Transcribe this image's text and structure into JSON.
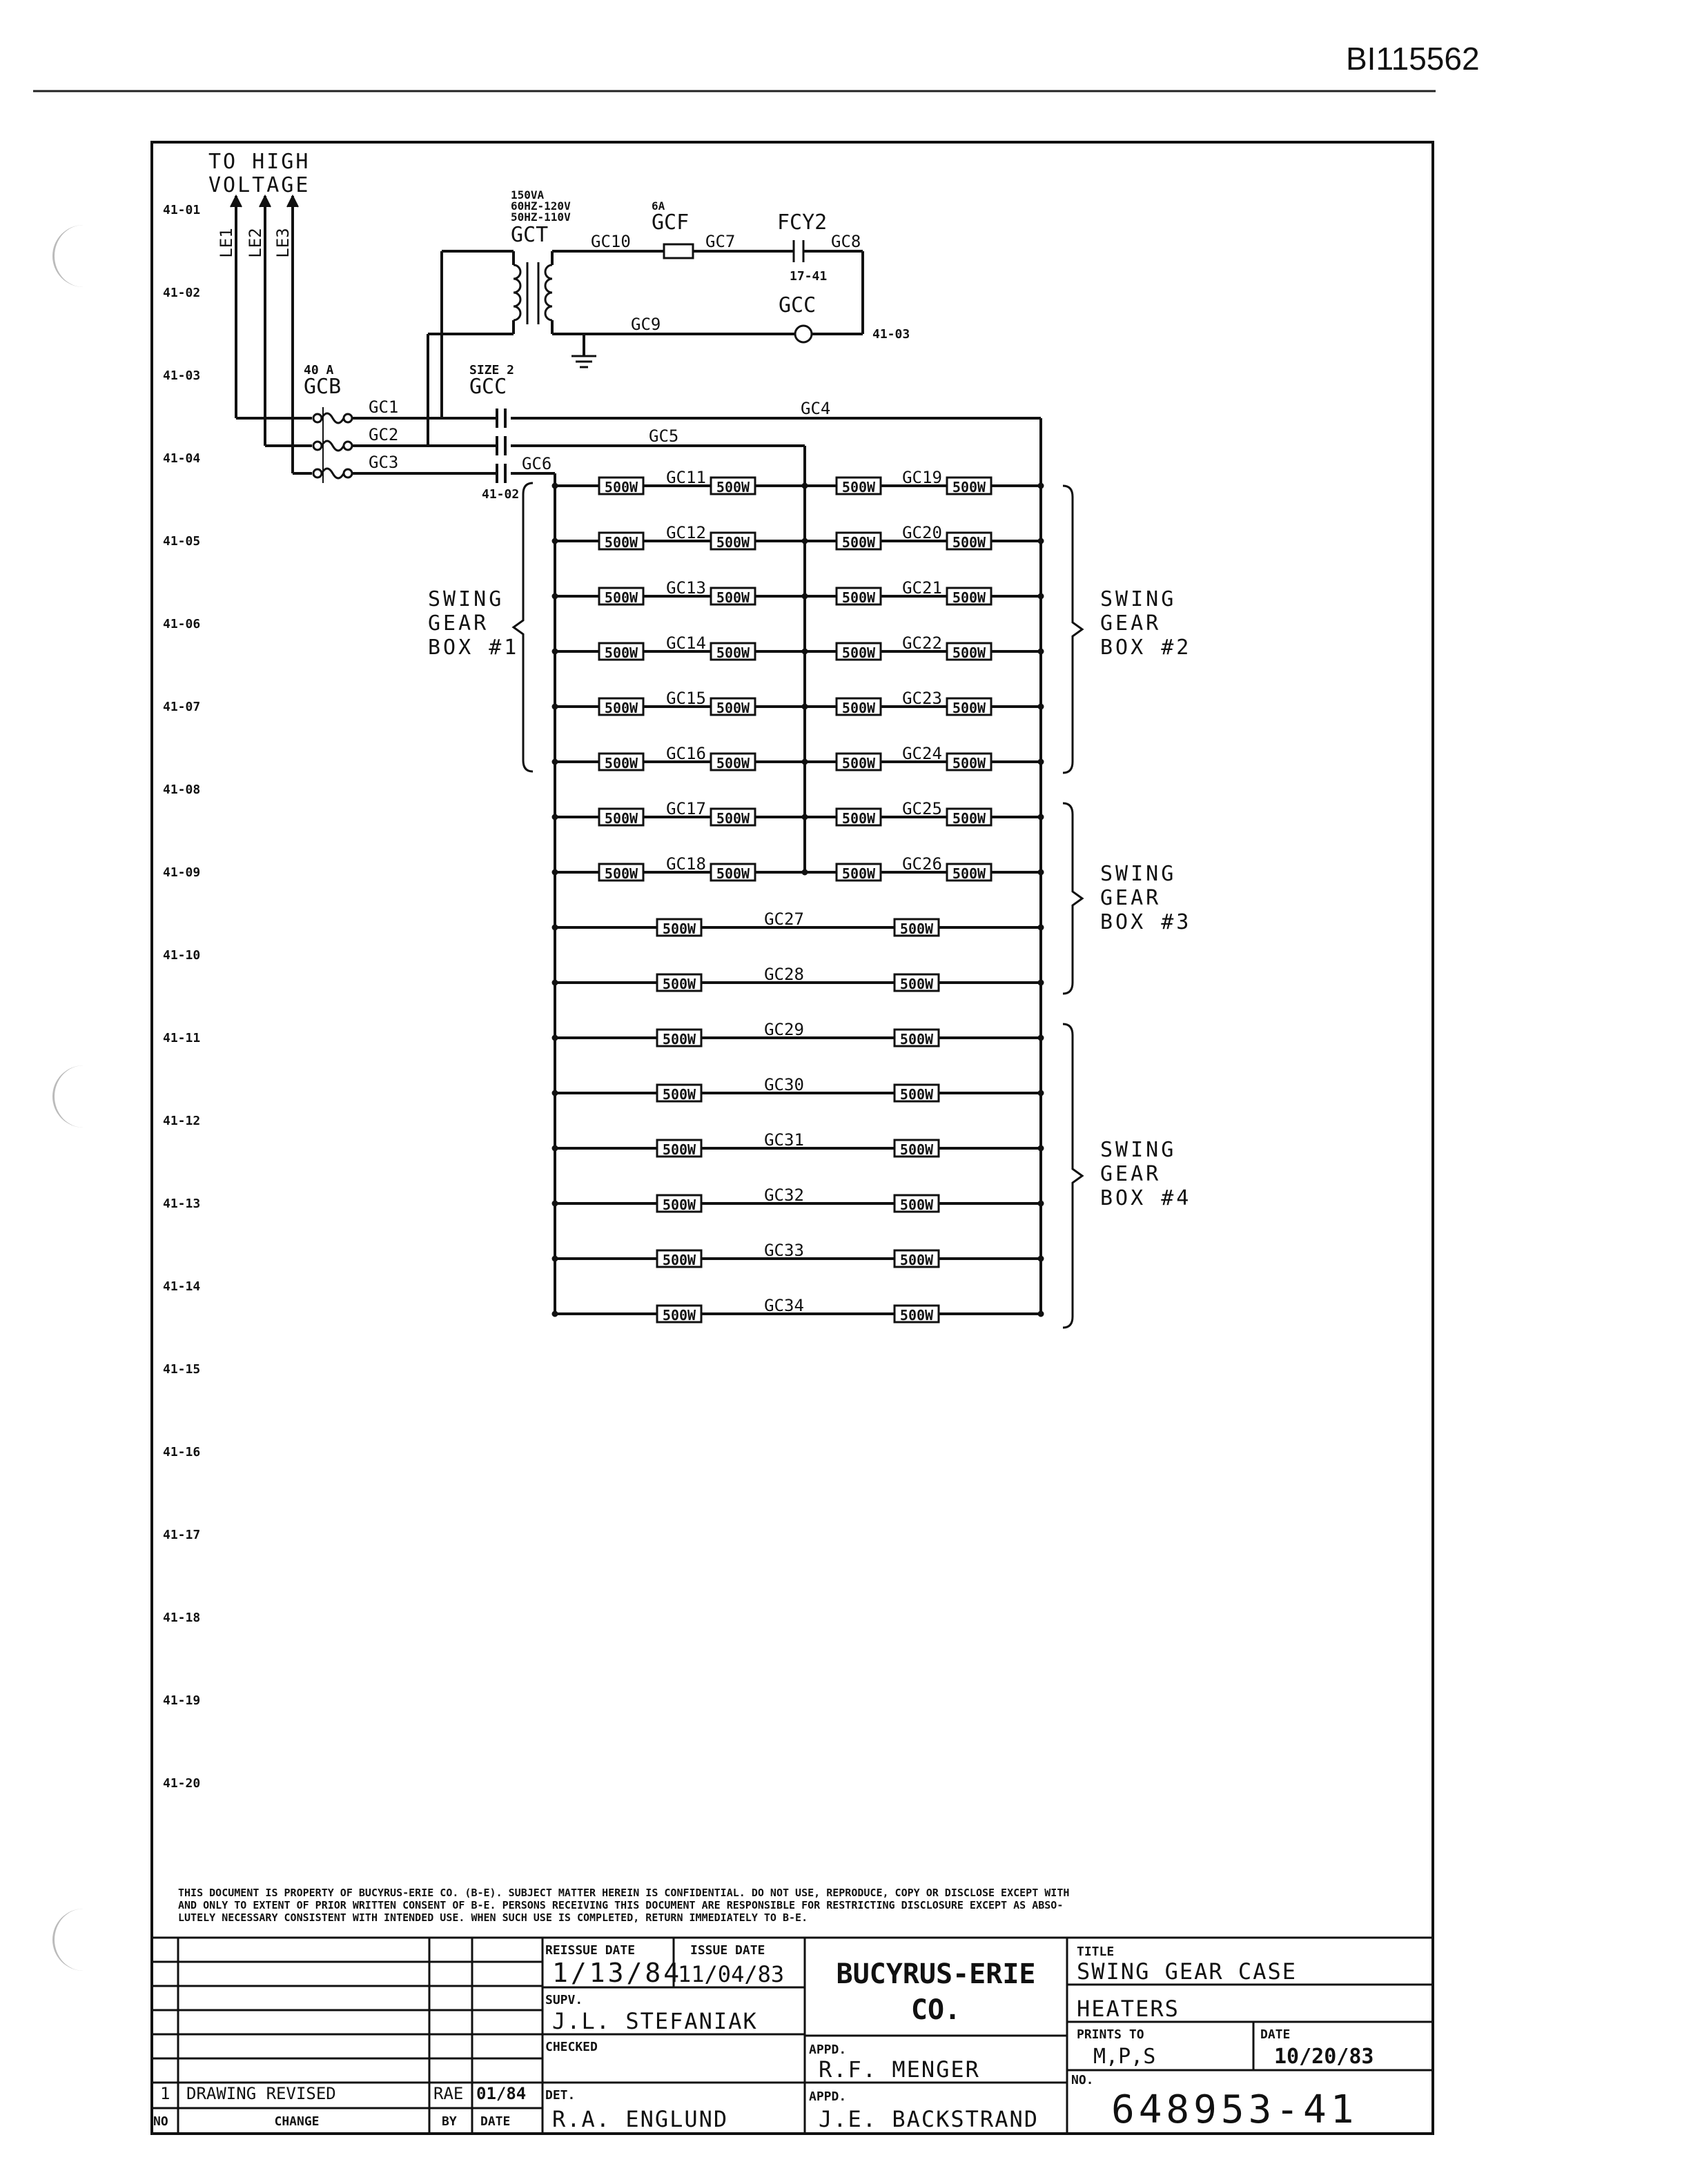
{
  "doc_id": "BI115562",
  "top_labels": {
    "to_high_voltage": [
      "TO HIGH",
      "VOLTAGE"
    ],
    "lines": [
      "LE1",
      "LE2",
      "LE3"
    ],
    "transformer_rating": [
      "150VA",
      "60HZ-120V",
      "50HZ-110V"
    ],
    "transformer": "GCT",
    "fuse_rating": "6A",
    "fuse": "GCF",
    "contact": "FCY2",
    "contact_ref": "17-41",
    "coil": "GCC",
    "coil_ref": "41-03",
    "breaker_rating": "40 A",
    "breaker": "GCB",
    "contactor_size": "SIZE 2",
    "contactor": "GCC",
    "contactor_ref": "41-02",
    "wires": {
      "gc1": "GC1",
      "gc2": "GC2",
      "gc3": "GC3",
      "gc4": "GC4",
      "gc5": "GC5",
      "gc6": "GC6",
      "gc7": "GC7",
      "gc8": "GC8",
      "gc9": "GC9",
      "gc10": "GC10"
    }
  },
  "row_refs": [
    "41-01",
    "41-02",
    "41-03",
    "41-04",
    "41-05",
    "41-06",
    "41-07",
    "41-08",
    "41-09",
    "41-10",
    "41-11",
    "41-12",
    "41-13",
    "41-14",
    "41-15",
    "41-16",
    "41-17",
    "41-18",
    "41-19",
    "41-20"
  ],
  "heater_label": "500W",
  "dual_rows": [
    {
      "left": "GC11",
      "right": "GC19"
    },
    {
      "left": "GC12",
      "right": "GC20"
    },
    {
      "left": "GC13",
      "right": "GC21"
    },
    {
      "left": "GC14",
      "right": "GC22"
    },
    {
      "left": "GC15",
      "right": "GC23"
    },
    {
      "left": "GC16",
      "right": "GC24"
    },
    {
      "left": "GC17",
      "right": "GC25"
    },
    {
      "left": "GC18",
      "right": "GC26"
    }
  ],
  "single_rows": [
    "GC27",
    "GC28",
    "GC29",
    "GC30",
    "GC31",
    "GC32",
    "GC33",
    "GC34"
  ],
  "boxes": [
    {
      "lines": [
        "SWING",
        "GEAR",
        "BOX #1"
      ]
    },
    {
      "lines": [
        "SWING",
        "GEAR",
        "BOX #2"
      ]
    },
    {
      "lines": [
        "SWING",
        "GEAR",
        "BOX #3"
      ]
    },
    {
      "lines": [
        "SWING",
        "GEAR",
        "BOX #4"
      ]
    }
  ],
  "notice": [
    "THIS DOCUMENT IS PROPERTY OF BUCYRUS-ERIE CO. (B-E). SUBJECT MATTER HEREIN IS CONFIDENTIAL. DO NOT USE, REPRODUCE, COPY OR DISCLOSE EXCEPT WITH",
    "AND ONLY TO EXTENT OF PRIOR WRITTEN CONSENT OF B-E. PERSONS RECEIVING THIS DOCUMENT ARE RESPONSIBLE FOR RESTRICTING DISCLOSURE EXCEPT AS ABSO-",
    "LUTELY NECESSARY CONSISTENT WITH INTENDED USE. WHEN SUCH USE IS COMPLETED, RETURN IMMEDIATELY TO B-E."
  ],
  "title_block": {
    "reissue_date_label": "REISSUE DATE",
    "reissue_date": "1/13/84",
    "issue_date_label": "ISSUE DATE",
    "issue_date": "11/04/83",
    "company_line1": "BUCYRUS-ERIE",
    "company_line2": "CO.",
    "title_label": "TITLE",
    "title_line1": "SWING GEAR CASE",
    "title_line2": "HEATERS",
    "supv_label": "SUPV.",
    "supv": "J.L. STEFANIAK",
    "checked_label": "CHECKED",
    "appd_label": "APPD.",
    "appd1": "R.F. MENGER",
    "appd2": "J.E. BACKSTRAND",
    "det_label": "DET.",
    "det": "R.A. ENGLUND",
    "prints_to_label": "PRINTS TO",
    "prints_to": "M,P,S",
    "date_label": "DATE",
    "date": "10/20/83",
    "no_label": "NO.",
    "drawing_no": "648953-41",
    "rev_no": "1",
    "rev_change": "DRAWING REVISED",
    "rev_by": "RAE",
    "rev_date": "01/84",
    "col_no": "NO",
    "col_change": "CHANGE",
    "col_by": "BY",
    "col_date": "DATE"
  }
}
